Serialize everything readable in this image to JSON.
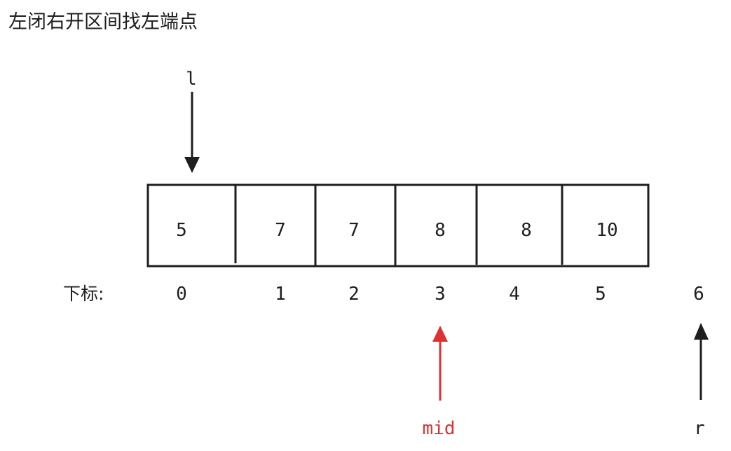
{
  "title": "左闭右开区间找左端点",
  "index_label": "下标:",
  "array": {
    "values": [
      "5",
      "7",
      "7",
      "8",
      "8",
      "10"
    ]
  },
  "indices": [
    "0",
    "1",
    "2",
    "3",
    "4",
    "5",
    "6"
  ],
  "pointers": {
    "l": {
      "label": "l",
      "index": 0,
      "direction": "down",
      "color": "#1e1e1e"
    },
    "mid": {
      "label": "mid",
      "index": 3,
      "direction": "up",
      "color": "#e03131"
    },
    "r": {
      "label": "r",
      "index": 6,
      "direction": "up",
      "color": "#1e1e1e"
    }
  },
  "colors": {
    "ink": "#1e1e1e",
    "highlight": "#e03131"
  }
}
